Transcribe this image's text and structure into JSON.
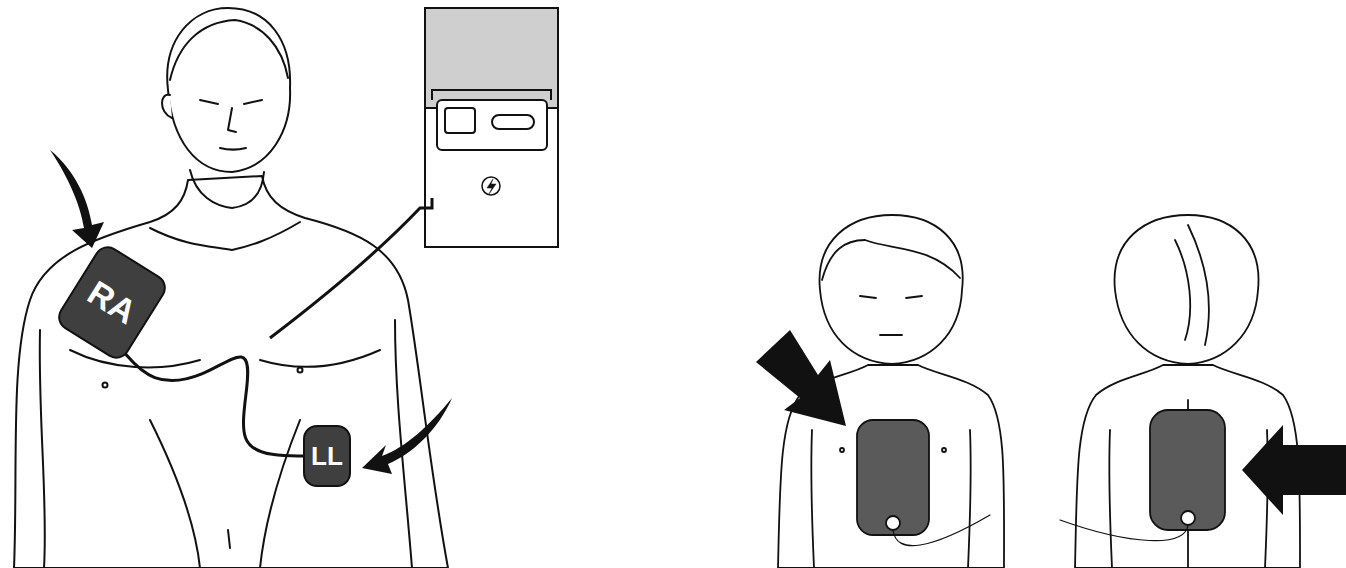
{
  "diagram": {
    "nodes": [
      {
        "text": [
          "RA"
        ]
      },
      {
        "text": [
          "LL"
        ]
      }
    ],
    "edges": [
      {
        "from": 0,
        "to": 1,
        "arrow": "none"
      }
    ]
  }
}
